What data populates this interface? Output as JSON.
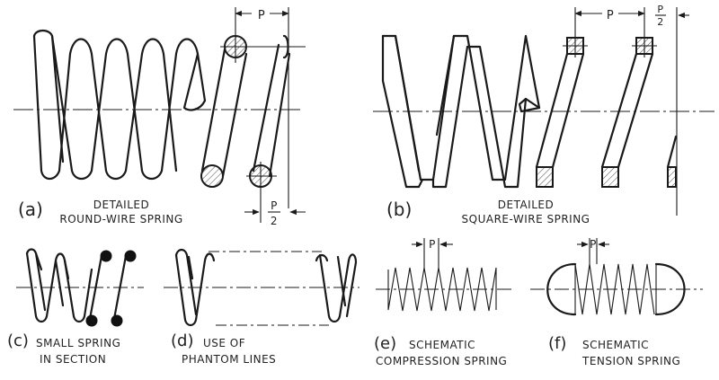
{
  "dimensions": {
    "pitch": "P",
    "half_pitch_num": "P",
    "half_pitch_den": "2"
  },
  "panels": {
    "a": {
      "letter": "(a)",
      "line1": "DETAILED",
      "line2": "ROUND-WIRE SPRING"
    },
    "b": {
      "letter": "(b)",
      "line1": "DETAILED",
      "line2": "SQUARE-WIRE SPRING"
    },
    "c": {
      "letter": "(c)",
      "line1": "SMALL SPRING",
      "line2": "IN SECTION"
    },
    "d": {
      "letter": "(d)",
      "line1": "USE OF",
      "line2": "PHANTOM LINES"
    },
    "e": {
      "letter": "(e)",
      "line1": "SCHEMATIC",
      "line2": "COMPRESSION SPRING"
    },
    "f": {
      "letter": "(f)",
      "line1": "SCHEMATIC",
      "line2": "TENSION SPRING"
    }
  }
}
